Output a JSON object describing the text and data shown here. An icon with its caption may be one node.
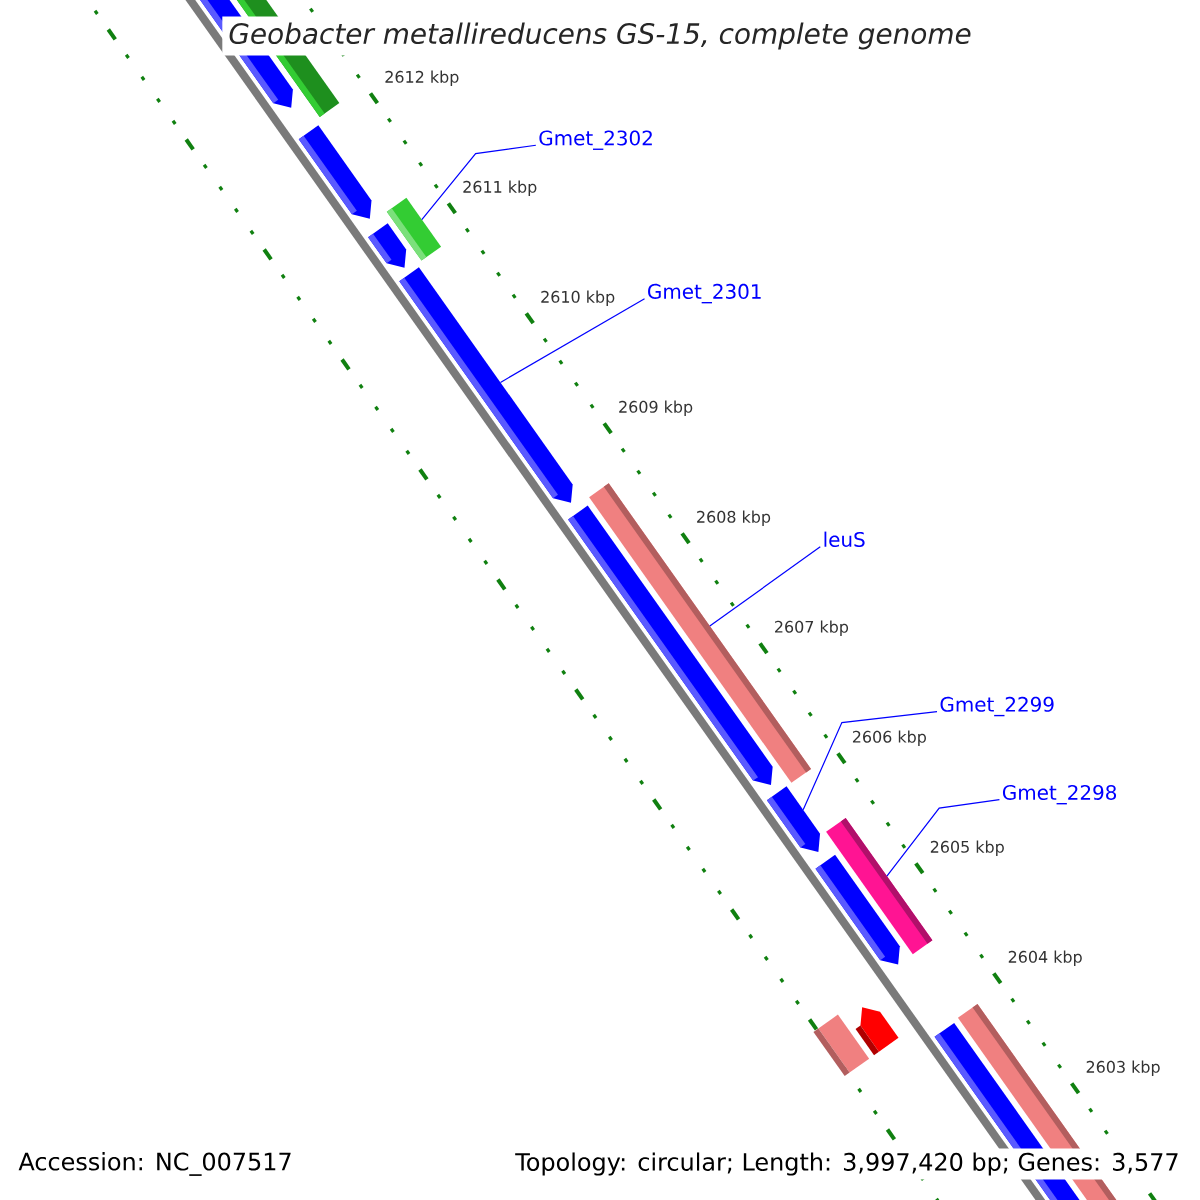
{
  "diagram": {
    "title": "Geobacter metallireducens GS-15, complete genome",
    "nodes": [
      {
        "text": [
          "Gmet_2302"
        ]
      },
      {
        "text": [
          "Gmet_2301"
        ]
      },
      {
        "text": [
          "leuS"
        ]
      },
      {
        "text": [
          "Gmet_2299"
        ]
      },
      {
        "text": [
          "Gmet_2298"
        ]
      },
      {
        "text": [],
        "shape": "bar"
      },
      {
        "text": [],
        "shape": "arrow"
      },
      {
        "text": [],
        "shape": "bar"
      },
      {
        "text": [],
        "shape": "arrow"
      },
      {
        "text": [],
        "shape": "bar"
      }
    ],
    "edges": [
      {
        "from": 0,
        "to": 5,
        "arrow": "none"
      },
      {
        "from": 1,
        "to": 6,
        "arrow": "none"
      },
      {
        "from": 2,
        "to": 7,
        "arrow": "none"
      },
      {
        "from": 3,
        "to": 8,
        "arrow": "none"
      },
      {
        "from": 4,
        "to": 9,
        "arrow": "none"
      }
    ],
    "labels": [
      "2612 kbp",
      "2611 kbp",
      "2610 kbp",
      "2609 kbp",
      "2608 kbp",
      "2607 kbp",
      "2606 kbp",
      "2605 kbp",
      "2604 kbp",
      "2603 kbp",
      "Accession: NC_007517",
      "Topology: circular; Length: 3,997,420 bp; Genes: 3,577"
    ]
  }
}
